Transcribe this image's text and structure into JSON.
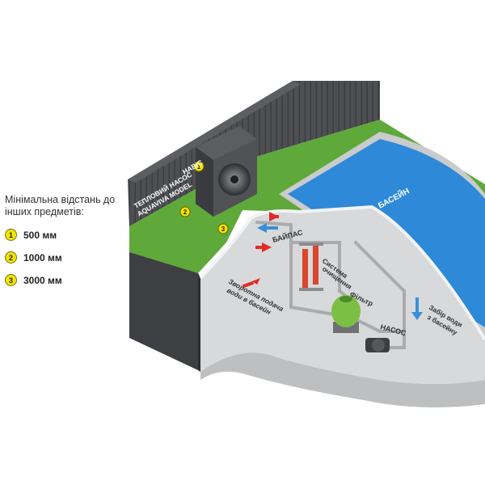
{
  "legend": {
    "title": "Мінімальна відстань до інших предметів:",
    "items": [
      {
        "num": "1",
        "value": "500 мм"
      },
      {
        "num": "2",
        "value": "1000 мм"
      },
      {
        "num": "3",
        "value": "3000 мм"
      }
    ]
  },
  "labels": {
    "canopy": "НАВІС",
    "heat_pump_1": "ТЕПЛОВИЙ НАСОС",
    "heat_pump_2": "AQUAVIVA MODEL",
    "pool": "БАСЕЙН",
    "bypass": "БАЙПАС",
    "cleaning_1": "Система",
    "cleaning_2": "очищення",
    "filter": "Фільтр",
    "pump": "НАСОС",
    "intake_1": "Забір води",
    "intake_2": "з басейну",
    "return_1": "Зворотна подача",
    "return_2": "води в басейн",
    "marker_1": "1",
    "marker_2": "2",
    "marker_3": "3"
  },
  "colors": {
    "grass": "#5fa83a",
    "pool": "#2e8ad8",
    "wall": "#4a4c4f",
    "earth": "#bdbfc1",
    "pipe": "#a9abad",
    "arrow_red": "#e02b27",
    "arrow_blue": "#3a8fd8",
    "badge": "#f2e400",
    "filter": "#7bc043"
  }
}
